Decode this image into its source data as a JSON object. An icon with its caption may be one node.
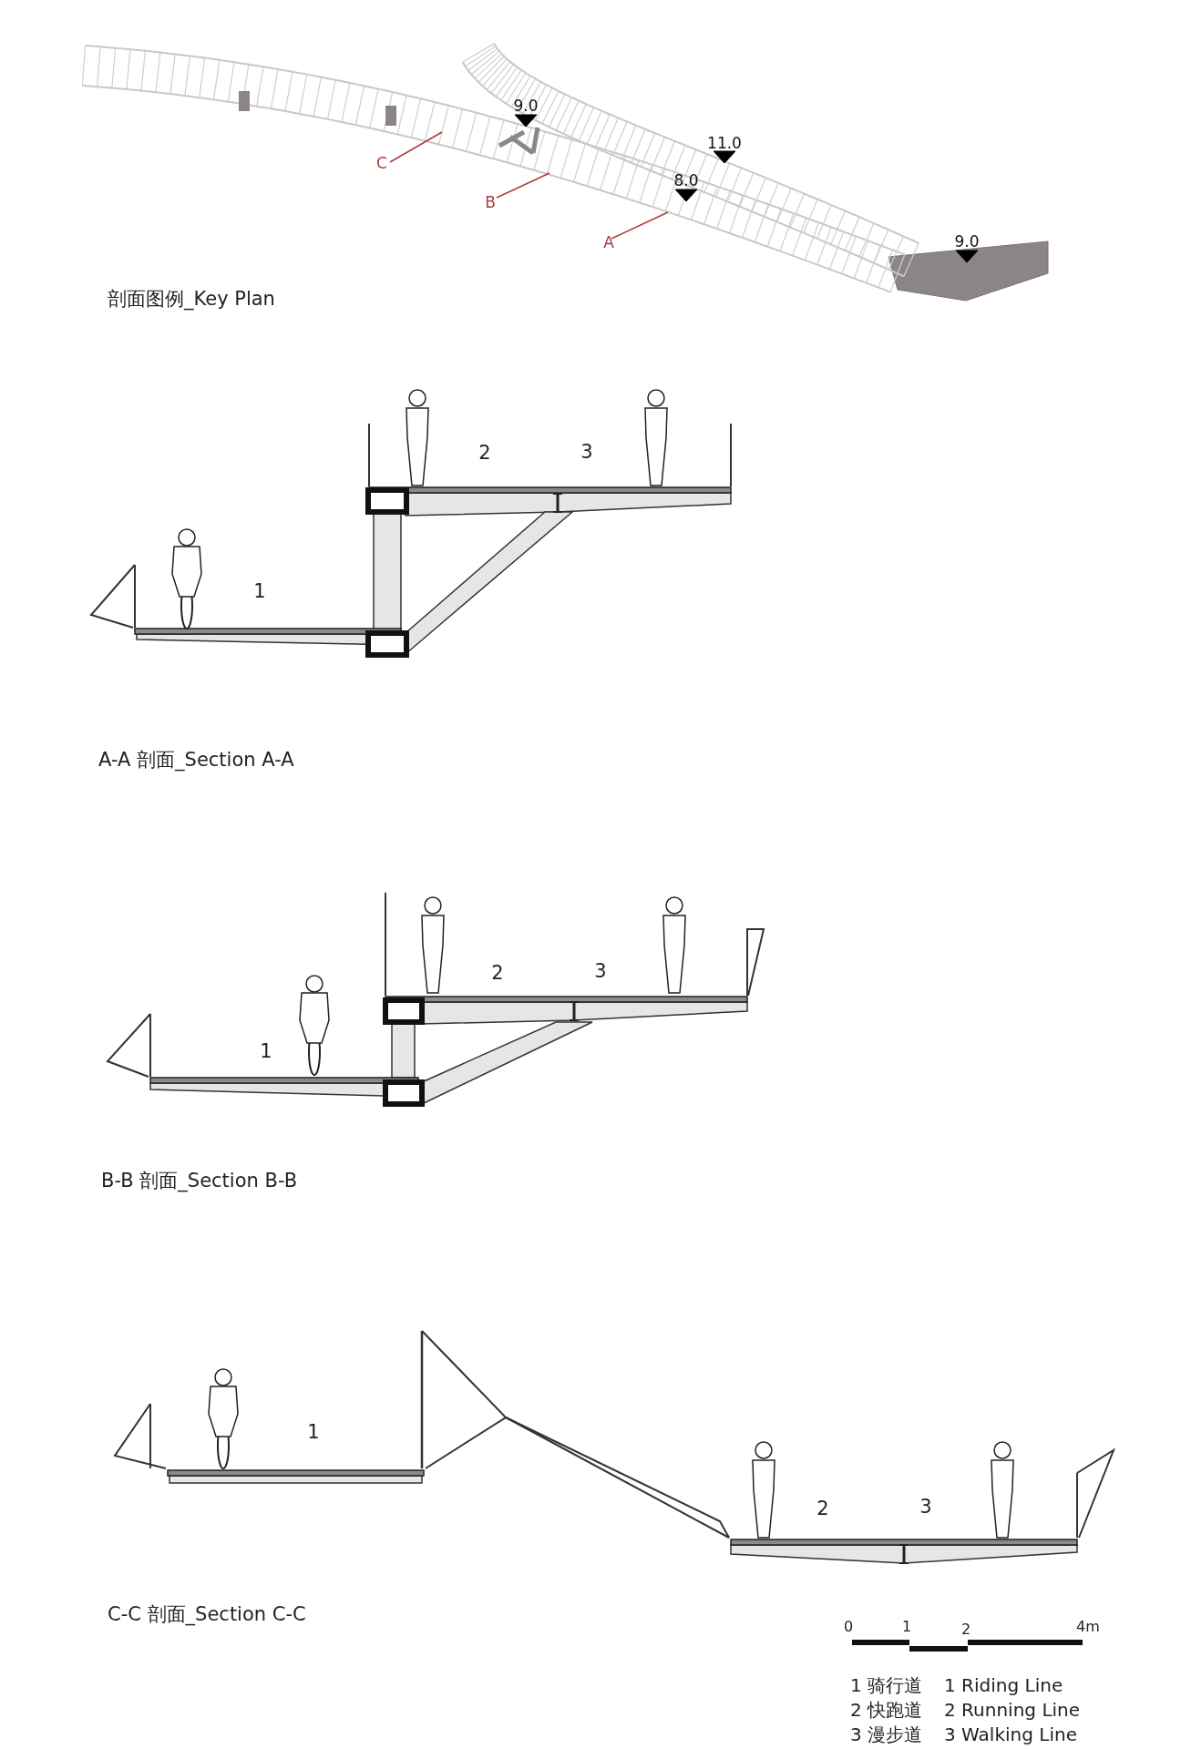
{
  "diagram": {
    "labels": [
      "9.0",
      "C",
      "11.0",
      "B",
      "8.0",
      "A",
      "9.0",
      "剖面图例_Key Plan",
      "2",
      "3",
      "1",
      "A-A 剖面_Section A-A",
      "2",
      "3",
      "1",
      "B-B 剖面_Section B-B",
      "1",
      "2",
      "3",
      "C-C 剖面_Section C-C",
      "0",
      "1",
      "2",
      "4m",
      "1 骑行道",
      "1 Riding Line",
      "2 快跑道",
      "2 Running Line",
      "3 漫步道",
      "3 Walking Line"
    ]
  }
}
